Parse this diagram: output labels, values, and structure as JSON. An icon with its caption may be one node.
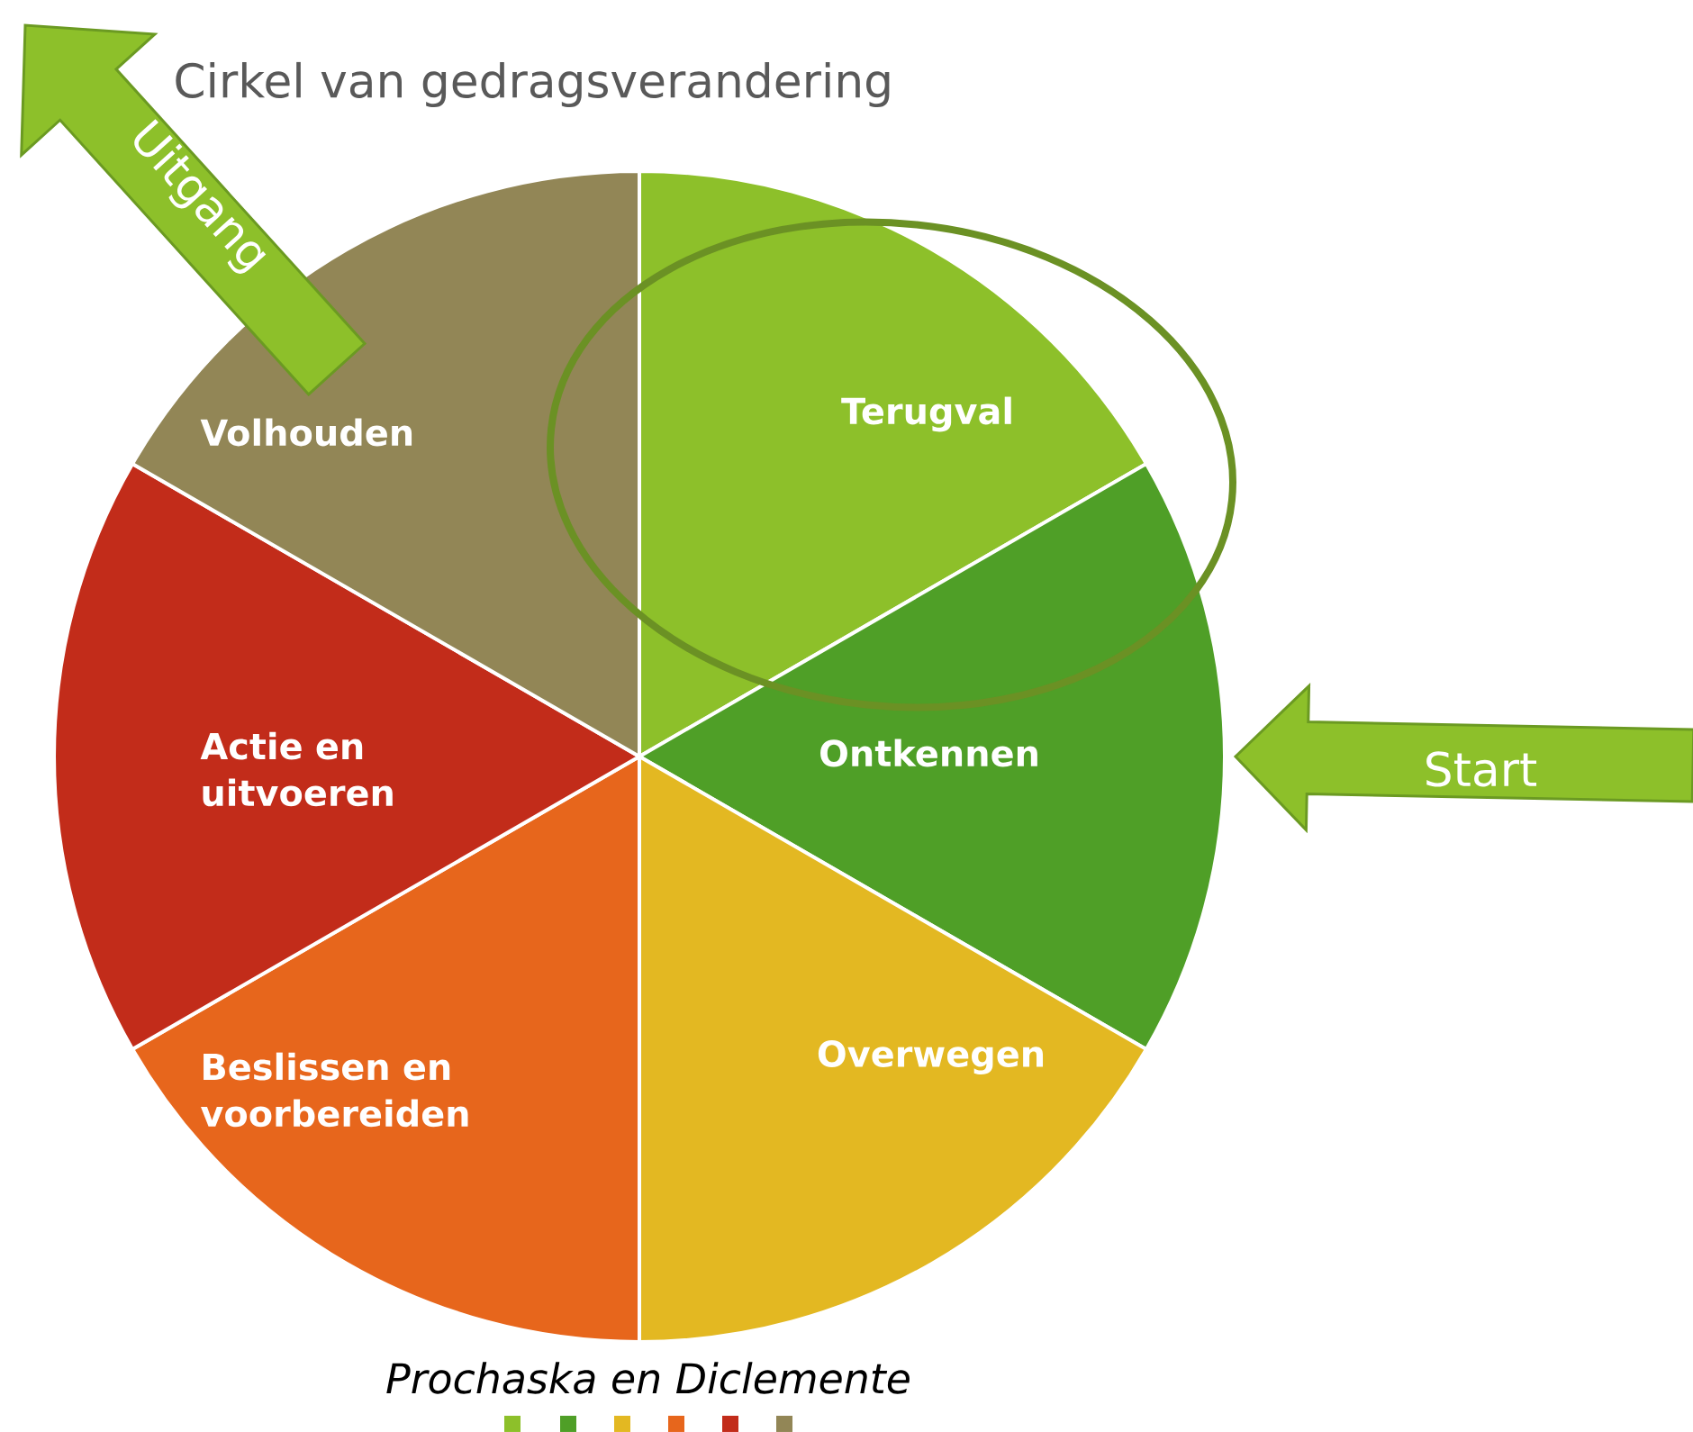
{
  "diagram": {
    "title": "Cirkel van gedragsverandering",
    "caption": "Prochaska en Diclemente",
    "nodes": [
      {
        "text": [
          "Terugval"
        ]
      },
      {
        "text": [
          "Ontkennen"
        ]
      },
      {
        "text": [
          "Overwegen"
        ]
      },
      {
        "text": [
          "Beslissen en voorbereiden"
        ]
      },
      {
        "text": [
          "Actie en uitvoeren"
        ]
      },
      {
        "text": [
          "Volhouden"
        ]
      }
    ],
    "edges": [
      {
        "from": null,
        "to": 1,
        "arrow": "to",
        "label": "Start"
      },
      {
        "from": 5,
        "to": null,
        "arrow": "to",
        "label": "Uitgang"
      }
    ]
  }
}
